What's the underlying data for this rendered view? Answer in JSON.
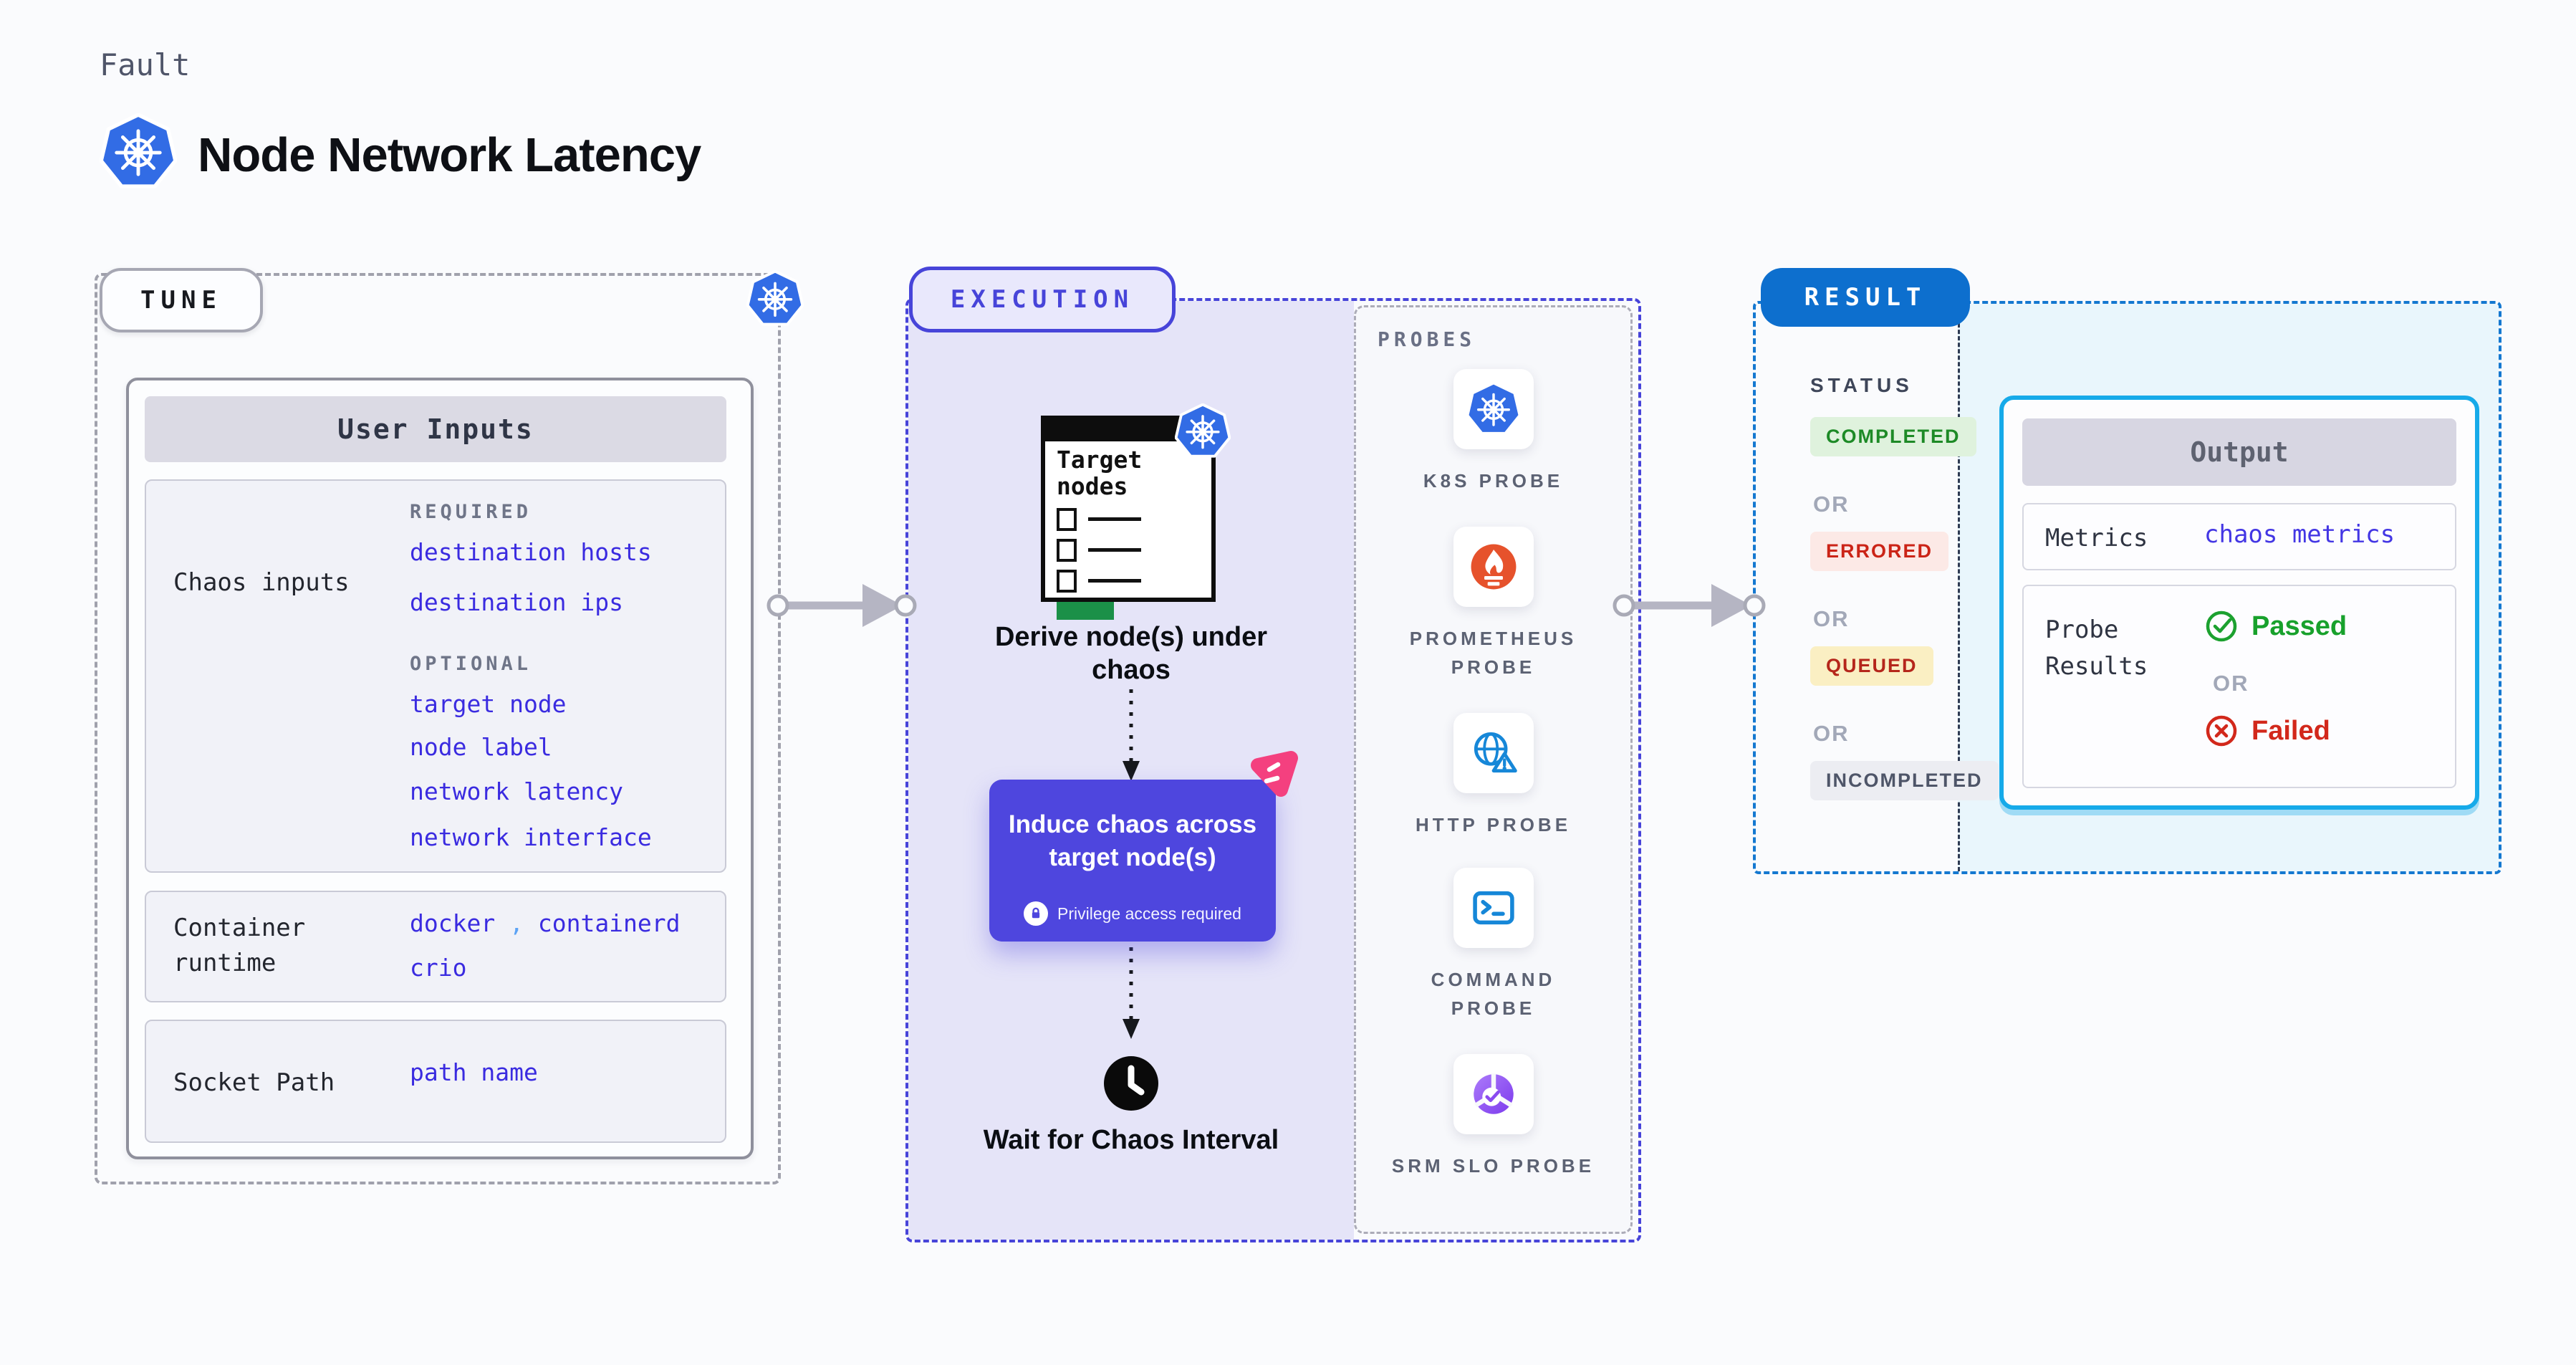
{
  "page": {
    "kicker": "Fault",
    "title": "Node Network Latency"
  },
  "tune": {
    "label": "TUNE",
    "card": {
      "title": "User Inputs"
    },
    "chaos_row": {
      "label": "Chaos inputs",
      "required_heading": "REQUIRED",
      "required": [
        "destination hosts",
        "destination ips"
      ],
      "optional_heading": "OPTIONAL",
      "optional": [
        "target node",
        "node label",
        "network latency",
        "network interface"
      ]
    },
    "runtime_row": {
      "label": "Container runtime",
      "values": [
        "docker",
        "containerd",
        "crio"
      ],
      "separator": ","
    },
    "socket_row": {
      "label": "Socket Path",
      "value": "path name"
    }
  },
  "execution": {
    "label": "EXECUTION",
    "doc_title": "Target nodes",
    "derive_step": "Derive node(s) under chaos",
    "induce_step": "Induce chaos across target node(s)",
    "privilege_note": "Privilege access required",
    "wait_step": "Wait for Chaos Interval",
    "probes": {
      "heading": "PROBES",
      "items": [
        {
          "label": "K8S PROBE",
          "icon": "kubernetes-icon"
        },
        {
          "label": "PROMETHEUS PROBE",
          "icon": "prometheus-icon"
        },
        {
          "label": "HTTP PROBE",
          "icon": "http-globe-icon"
        },
        {
          "label": "COMMAND PROBE",
          "icon": "terminal-icon"
        },
        {
          "label": "SRM SLO PROBE",
          "icon": "slo-gauge-icon"
        }
      ]
    }
  },
  "result": {
    "label": "RESULT",
    "status_heading": "STATUS",
    "or_label": "OR",
    "statuses": [
      {
        "label": "COMPLETED",
        "type": "success"
      },
      {
        "label": "ERRORED",
        "type": "error"
      },
      {
        "label": "QUEUED",
        "type": "warning"
      },
      {
        "label": "INCOMPLETED",
        "type": "neutral"
      }
    ],
    "output": {
      "title": "Output",
      "metrics_label": "Metrics",
      "metrics_value": "chaos metrics",
      "probe_results_label": "Probe Results",
      "passed": "Passed",
      "failed": "Failed"
    }
  },
  "colors": {
    "kubernetes_blue": "#326CE5",
    "tune_dash_gray": "#A0A1AC",
    "execution_indigo": "#4744D9",
    "execution_lavender": "#E5E4F8",
    "induce_box_indigo": "#4E46DE",
    "pink_badge": "#F4407F",
    "prometheus_orange": "#E6522C",
    "probe_icon_blue": "#1687D8",
    "srm_purple": "#7C3AED",
    "result_blue": "#0D6FCE",
    "result_dash_blue": "#1478D0",
    "result_panel_cyan": "#E9F6FC",
    "output_border_cyan": "#16AAE9",
    "link_blue": "#3A2BE0",
    "success_green": "#1D8A26",
    "error_red": "#CB2417",
    "queued_bg_yellow": "#FAEFC3",
    "passed_green": "#18A12C",
    "failed_red": "#D2281B",
    "arrow_gray": "#B5B5C3",
    "doc_green_bar": "#1B9048"
  }
}
